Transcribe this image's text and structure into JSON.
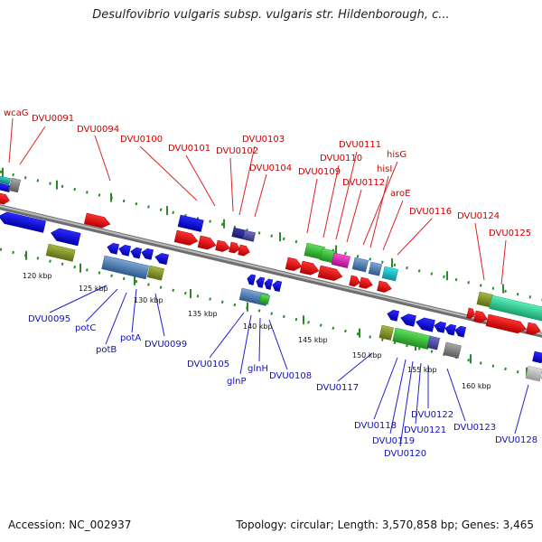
{
  "header": {
    "title": "Desulfovibrio vulgaris subsp. vulgaris str. Hildenborough, c..."
  },
  "footer": {
    "accession": "Accession: NC_002937",
    "topology": "Topology: circular; Length: 3,570,858 bp; Genes: 3,465"
  },
  "colors": {
    "forward_label": "#cc0000",
    "reverse_label": "#1010bb",
    "track": "#888888",
    "tick_green": "#2a8a2a"
  },
  "scale_labels": [
    "120 kbp",
    "125 kbp",
    "130 kbp",
    "135 kbp",
    "140 kbp",
    "145 kbp",
    "150 kbp",
    "155 kbp",
    "160 kbp"
  ],
  "forward_labels": [
    "wcaG",
    "DVU0091",
    "DVU0094",
    "DVU0100",
    "DVU0101",
    "DVU0102",
    "DVU0103",
    "DVU0104",
    "DVU0109",
    "DVU0110",
    "DVU0111",
    "DVU0112",
    "hisG",
    "hisI",
    "aroE",
    "DVU0116",
    "DVU0124",
    "DVU0125"
  ],
  "reverse_labels": [
    "DVU0095",
    "potC",
    "potB",
    "potA",
    "DVU0099",
    "DVU0105",
    "glnP",
    "glnH",
    "DVU0108",
    "DVU0117",
    "DVU0118",
    "DVU0119",
    "DVU0120",
    "DVU0121",
    "DVU0122",
    "DVU0123",
    "DVU0128"
  ]
}
